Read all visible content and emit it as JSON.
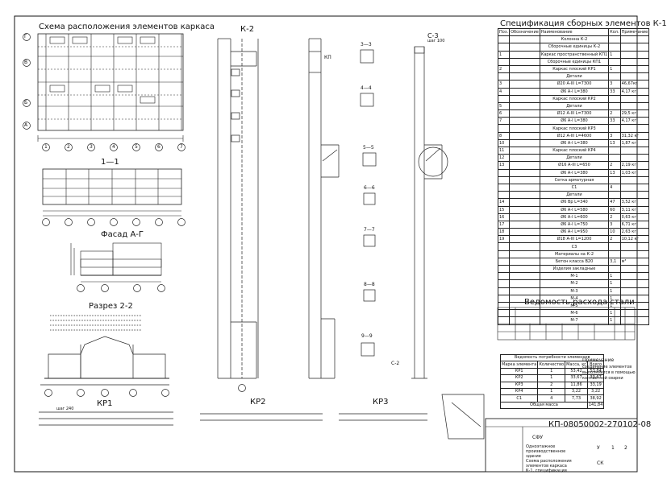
{
  "titles": {
    "frame_scheme": "Схема расположения элементов каркаса",
    "section_1_1": "1—1",
    "facade": "Фасад А-Г",
    "section_2_2": "Разрез 2-2",
    "k2": "К-2",
    "c3": "С-3",
    "spec_title": "Спецификация сборных элементов К-1",
    "steel_title": "Ведомость расхода стали",
    "kp1": "КР1",
    "kp2": "КР2",
    "kp3": "КР3",
    "sec_3_3": "3—3",
    "sec_4_4": "4—4",
    "sec_5_5": "5—5",
    "sec_6_6": "6—6",
    "sec_7_7": "7—7",
    "sec_8_8": "8—8",
    "sec_9_9": "9—9",
    "kp1_tag": "КП",
    "c2": "С-2"
  },
  "axes": {
    "letters": [
      "Г",
      "В",
      "Б",
      "А"
    ],
    "numbers": [
      "1",
      "2",
      "3",
      "4",
      "5",
      "6",
      "7"
    ]
  },
  "steps": {
    "shag_240": "шаг 240",
    "shag_100": "шаг 100"
  },
  "spec": {
    "headers": [
      "Поз.",
      "Обозначение",
      "Наименование",
      "Кол.",
      "Примечание"
    ],
    "rows": [
      [
        "",
        "",
        "Колонна К-2",
        "",
        ""
      ],
      [
        "",
        "",
        "Сборочные единицы К-2",
        "",
        ""
      ],
      [
        "1",
        "",
        "Каркас пространственный КП1",
        "1",
        ""
      ],
      [
        "",
        "",
        "Сборочные единицы КП1",
        "",
        ""
      ],
      [
        "2",
        "",
        "Каркас плоский КР1",
        "1",
        ""
      ],
      [
        "",
        "",
        "Детали",
        "",
        ""
      ],
      [
        "3",
        "",
        "Ø20 А-III L=7300",
        "3",
        "46,67кг"
      ],
      [
        "4",
        "",
        "Ø6 А-I L=380",
        "33",
        "4,17 кг"
      ],
      [
        "",
        "",
        "Каркас плоский КР2",
        "",
        ""
      ],
      [
        "5",
        "",
        "Детали",
        "",
        ""
      ],
      [
        "6",
        "",
        "Ø12 А-III L=7300",
        "2",
        "29,5 кг"
      ],
      [
        "7",
        "",
        "Ø6 А-I L=380",
        "33",
        "4,17 кг"
      ],
      [
        "",
        "",
        "Каркас плоский КР3",
        "",
        ""
      ],
      [
        "8",
        "",
        "Ø12 А-III L=4600",
        "3",
        "31,32 кг"
      ],
      [
        "10",
        "",
        "Ø6 А-I L=380",
        "13",
        "1,87 кг"
      ],
      [
        "11",
        "",
        "Каркас плоский КР4",
        "",
        ""
      ],
      [
        "12",
        "",
        "Детали",
        "",
        ""
      ],
      [
        "13",
        "",
        "Ø16 А-III L=650",
        "2",
        "2,19 кг"
      ],
      [
        "",
        "",
        "Ø6 А-I L=380",
        "13",
        "1,03 кг"
      ],
      [
        "",
        "",
        "Сетка арматурная",
        "",
        ""
      ],
      [
        "",
        "",
        "С1",
        "4",
        ""
      ],
      [
        "",
        "",
        "Детали",
        "",
        ""
      ],
      [
        "14",
        "",
        "Ø6 Вр L=340",
        "47",
        "3,52 кг"
      ],
      [
        "15",
        "",
        "Ø6 А-I L=580",
        "60",
        "3,11 кг"
      ],
      [
        "16",
        "",
        "Ø6 А-I L=600",
        "2",
        "0,63 кг"
      ],
      [
        "17",
        "",
        "Ø6 А-I L=750",
        "3",
        "6,71 кг"
      ],
      [
        "18",
        "",
        "Ø6 А-I L=950",
        "10",
        "2,63 кг"
      ],
      [
        "19",
        "",
        "Ø18 А-III L=1200",
        "2",
        "10,12 кг"
      ],
      [
        "",
        "",
        "С3",
        "",
        ""
      ],
      [
        "",
        "",
        "Материалы на К-2",
        "",
        ""
      ],
      [
        "",
        "",
        "Бетон класса В20",
        "3,1",
        "м³"
      ],
      [
        "",
        "",
        "Изделия закладные",
        "",
        ""
      ],
      [
        "",
        "",
        "М-1",
        "1",
        ""
      ],
      [
        "",
        "",
        "М-2",
        "1",
        ""
      ],
      [
        "",
        "",
        "М-3",
        "1",
        ""
      ],
      [
        "",
        "",
        "М-4",
        "1",
        ""
      ],
      [
        "",
        "",
        "М-5",
        "1",
        ""
      ],
      [
        "",
        "",
        "М-6",
        "1",
        ""
      ],
      [
        "",
        "",
        "М-7",
        "1",
        ""
      ]
    ]
  },
  "steel_summary": {
    "title": "Ведомость потребности элементов",
    "headers": [
      "Марка элемента",
      "Количество",
      "Масса, кг",
      "Всего"
    ],
    "rows": [
      [
        "КР1",
        "1",
        "53,42",
        "53,84"
      ],
      [
        "КР2",
        "1",
        "33,67",
        "33,67"
      ],
      [
        "КР3",
        "2",
        "11,86",
        "33,19"
      ],
      [
        "КР4",
        "1",
        "3,22",
        "3,22"
      ],
      [
        "С1",
        "4",
        "7,73",
        "38,92"
      ]
    ],
    "total_label": "Общая масса",
    "total": "141,84"
  },
  "note": {
    "title": "Примечание",
    "text1": "соединение элементов",
    "text2": "выполняется в помощью",
    "text3": "контактной сварки"
  },
  "title_block": {
    "code": "КП-08050002-270102-08",
    "org": "СФУ",
    "object1": "Одноэтажное",
    "object2": "производственное",
    "object3": "здание",
    "sheet_title1": "Схема расположения",
    "sheet_title2": "элементов каркаса",
    "sheet_title3": "К-1, спецификация",
    "stage": "У",
    "sheet": "1",
    "sheets": "2",
    "dept": "СК"
  }
}
